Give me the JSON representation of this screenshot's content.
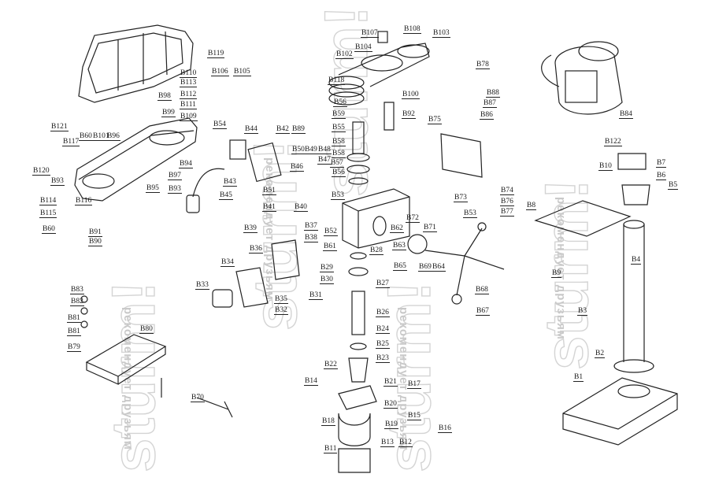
{
  "diagram": {
    "type": "exploded-parts-diagram",
    "watermark": {
      "brand": "sturm!",
      "slogan": "рекомендует друзьям"
    },
    "part_labels": [
      "B119",
      "B106",
      "B105",
      "B110",
      "B113",
      "B112",
      "B98",
      "B111",
      "B109",
      "B99",
      "B121",
      "B117",
      "B60",
      "B101",
      "B96",
      "B120",
      "B93",
      "B94",
      "B97",
      "B95",
      "B93",
      "B116",
      "B114",
      "B115",
      "B60",
      "B91",
      "B90",
      "B54",
      "B44",
      "B42",
      "B89",
      "B50",
      "B49",
      "B48",
      "B47",
      "B46",
      "B43",
      "B45",
      "B51",
      "B53",
      "B41",
      "B40",
      "B39",
      "B37",
      "B38",
      "B52",
      "B36",
      "B34",
      "B33",
      "B35",
      "B32",
      "B31",
      "B29",
      "B30",
      "B107",
      "B108",
      "B103",
      "B104",
      "B102",
      "B118",
      "B100",
      "B56",
      "B59",
      "B92",
      "B55",
      "B58",
      "B58",
      "B57",
      "B56",
      "B62",
      "B61",
      "B28",
      "B65",
      "B63",
      "B27",
      "B26",
      "B24",
      "B25",
      "B23",
      "B22",
      "B21",
      "B17",
      "B14",
      "B20",
      "B15",
      "B18",
      "B19",
      "B16",
      "B13",
      "B12",
      "B11",
      "B75",
      "B73",
      "B72",
      "B71",
      "B53",
      "B69",
      "B64",
      "B68",
      "B67",
      "B74",
      "B76",
      "B77",
      "B78",
      "B88",
      "B87",
      "B86",
      "B84",
      "B122",
      "B10",
      "B7",
      "B6",
      "B5",
      "B8",
      "B9",
      "B4",
      "B3",
      "B2",
      "B1",
      "B83",
      "B82",
      "B81",
      "B81",
      "B79",
      "B80",
      "B70"
    ]
  }
}
